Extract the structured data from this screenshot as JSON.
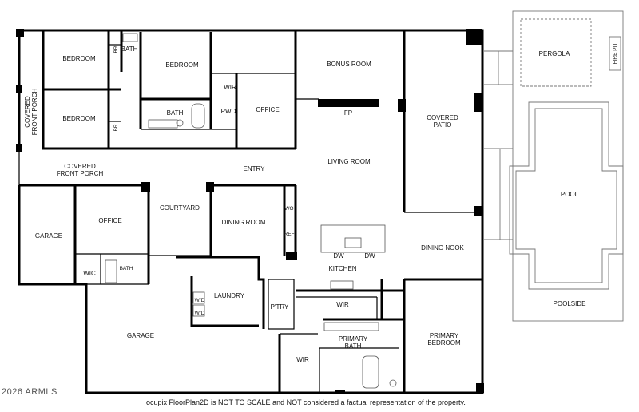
{
  "rooms": {
    "bedroom_1": "BEDROOM",
    "bedroom_2": "BEDROOM",
    "bedroom_3": "BEDROOM",
    "bath_1": "BATH",
    "bath_2": "BATH",
    "bath_3": "BATH",
    "br_1": "BR",
    "br_2": "BR",
    "wir_1": "WIR",
    "pwd": "PWD",
    "office_1": "OFFICE",
    "office_2": "OFFICE",
    "bonus_room": "BONUS ROOM",
    "fp": "FP",
    "covered_patio": [
      "COVERED",
      "PATIO"
    ],
    "covered_front_porch_1": [
      "COVERED",
      "FRONT PORCH"
    ],
    "covered_front_porch_2": [
      "COVERED",
      "FRONT PORCH"
    ],
    "entry": "ENTRY",
    "living_room": "LIVING ROOM",
    "courtyard": "COURTYARD",
    "dining_room": "DINING ROOM",
    "garage_1": "GARAGE",
    "garage_2": "GARAGE",
    "wic": "WIC",
    "wo": "WO",
    "ref": "REF",
    "dw_1": "DW",
    "dw_2": "DW",
    "kitchen": "KITCHEN",
    "dining_nook": "DINING NOOK",
    "laundry": "LAUNDRY",
    "wd_1": "W/D",
    "wd_2": "W/D",
    "pantry": "P'TRY",
    "wir_2": "WIR",
    "wir_3": "WIR",
    "primary_bath": [
      "PRIMARY",
      "BATH"
    ],
    "primary_bedroom": [
      "PRIMARY",
      "BEDROOM"
    ],
    "pergola": "PERGOLA",
    "fire_pit": "FIRE PIT",
    "pool": "POOL",
    "poolside": "POOLSIDE"
  },
  "footer": {
    "copyright": "2026 ARMLS",
    "disclaimer": "ocupix FloorPlan2D is NOT TO SCALE and NOT considered a factual representation of the property."
  },
  "colors": {
    "wall": "#000000",
    "outdoor": "#777777",
    "background": "#ffffff"
  }
}
